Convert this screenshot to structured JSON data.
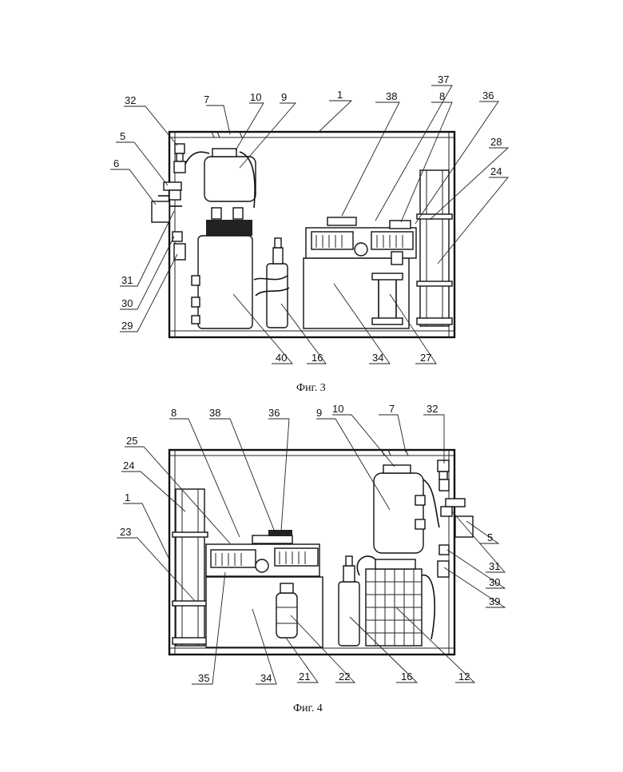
{
  "figures": [
    {
      "caption": "Фиг. 3",
      "labels": [
        "32",
        "7",
        "10",
        "9",
        "1",
        "38",
        "37",
        "8",
        "36",
        "28",
        "24",
        "5",
        "6",
        "31",
        "30",
        "29",
        "40",
        "16",
        "34",
        "27"
      ]
    },
    {
      "caption": "Фиг. 4",
      "labels": [
        "8",
        "38",
        "36",
        "9",
        "10",
        "7",
        "32",
        "25",
        "24",
        "1",
        "23",
        "5",
        "31",
        "30",
        "39",
        "35",
        "34",
        "21",
        "22",
        "16",
        "12"
      ]
    }
  ]
}
